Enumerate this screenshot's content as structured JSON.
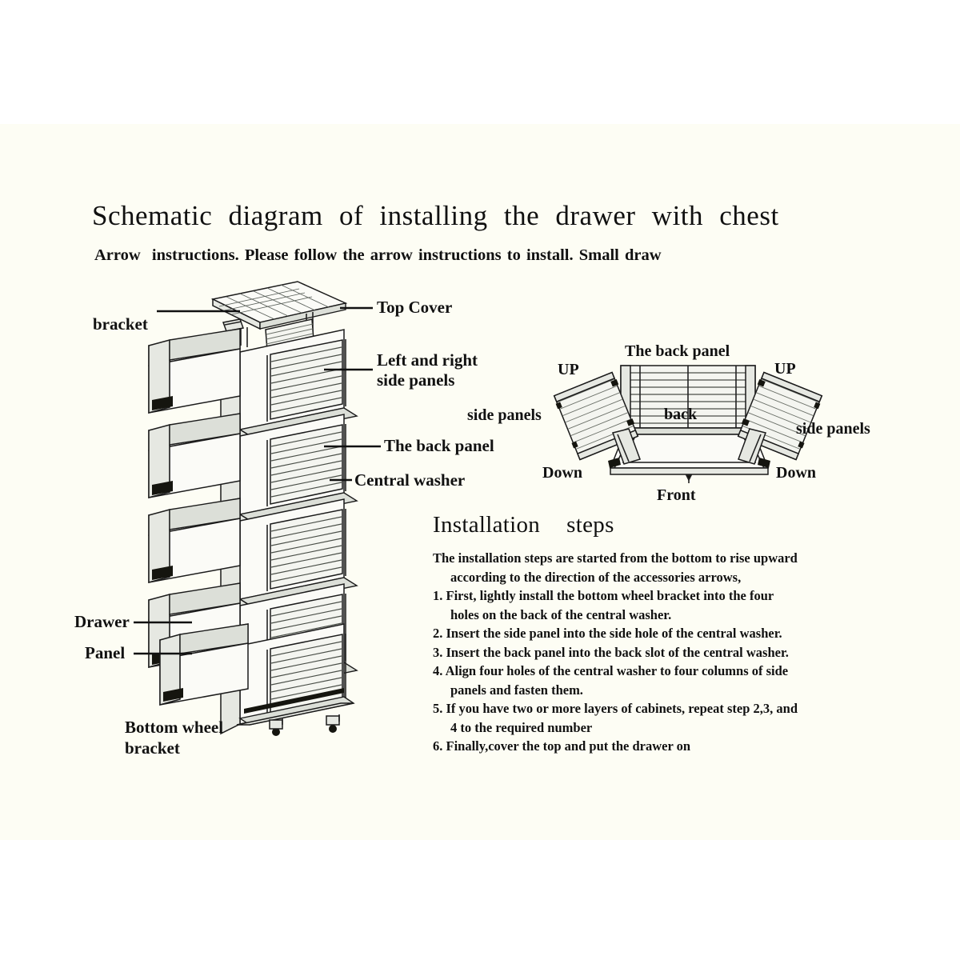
{
  "page": {
    "background": "#ffffff",
    "content_background": "#fdfdf4",
    "ink": "#111111"
  },
  "header": {
    "title": "Schematic diagram of installing the drawer with chest",
    "subtitle": "Arrow  instructions. Please follow the arrow instructions to install. Small draw"
  },
  "left_diagram": {
    "name": "exploded-chest-of-drawers",
    "labels": {
      "bracket": "bracket",
      "top_cover": "Top Cover",
      "side_panels_line1": "Left and right",
      "side_panels_line2": "side panels",
      "back_panel": "The back panel",
      "central_washer": "Central washer",
      "drawer": "Drawer",
      "panel": "Panel",
      "bottom_wheel_line1": "Bottom wheel",
      "bottom_wheel_line2": "bracket"
    },
    "drawer_units": 5
  },
  "right_diagram": {
    "name": "central-washer-assembly",
    "labels": {
      "back_panel": "The back panel",
      "up_left": "UP",
      "up_right": "UP",
      "side_panels_left": "side panels",
      "side_panels_right": "side panels",
      "back": "back",
      "down_left": "Down",
      "down_right": "Down",
      "front": "Front"
    }
  },
  "instructions": {
    "heading": "Installation  steps",
    "intro": [
      "The installation steps are started from the bottom to rise upward",
      "according to the direction of the accessories arrows,"
    ],
    "steps": [
      {
        "number": "1.",
        "lines": [
          "First, lightly install the bottom wheel bracket into the four",
          "holes on the back of the central washer."
        ]
      },
      {
        "number": "2.",
        "lines": [
          "Insert the side panel into the side hole of the central washer."
        ]
      },
      {
        "number": "3.",
        "lines": [
          "Insert the back panel into the back slot of the central washer."
        ]
      },
      {
        "number": "4.",
        "lines": [
          "Align four holes of the central washer to four columns of side",
          "panels and fasten them."
        ]
      },
      {
        "number": "5.",
        "lines": [
          "If you have two or more layers of cabinets, repeat step 2,3, and",
          "4 to the required number"
        ]
      },
      {
        "number": "6.",
        "lines": [
          "Finally,cover the top and put the drawer on"
        ]
      }
    ]
  }
}
